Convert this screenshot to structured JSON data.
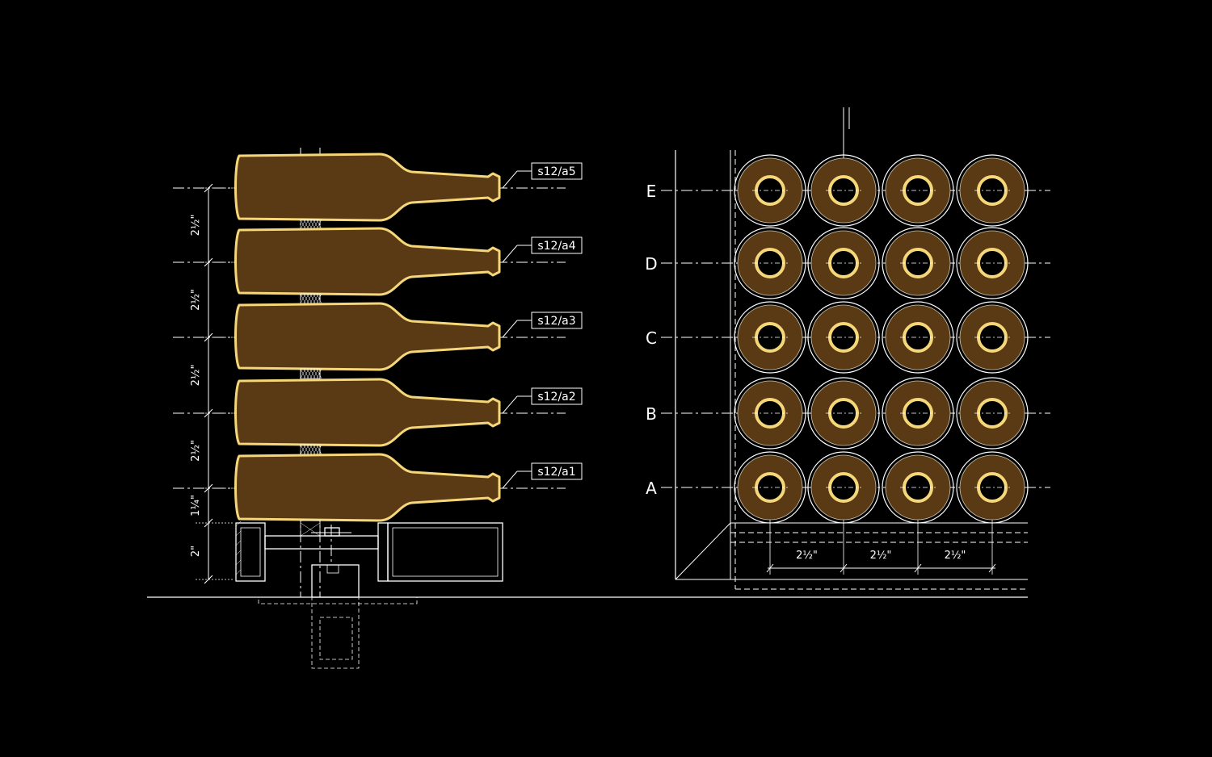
{
  "colors": {
    "background": "#000000",
    "line": "#ffffff",
    "bottle_fill": "#5a3a14",
    "bottle_outline": "#f5d77a"
  },
  "side_elevation": {
    "tags": [
      "s12/a5",
      "s12/a4",
      "s12/a3",
      "s12/a2",
      "s12/a1"
    ],
    "spacing_dims": [
      "2½\"",
      "2½\"",
      "2½\"",
      "2½\"",
      "1¼\"",
      "2\""
    ]
  },
  "plan_view": {
    "row_labels": [
      "E",
      "D",
      "C",
      "B",
      "A"
    ],
    "column_count": 4,
    "column_dims": [
      "2½\"",
      "2½\"",
      "2½\""
    ]
  }
}
